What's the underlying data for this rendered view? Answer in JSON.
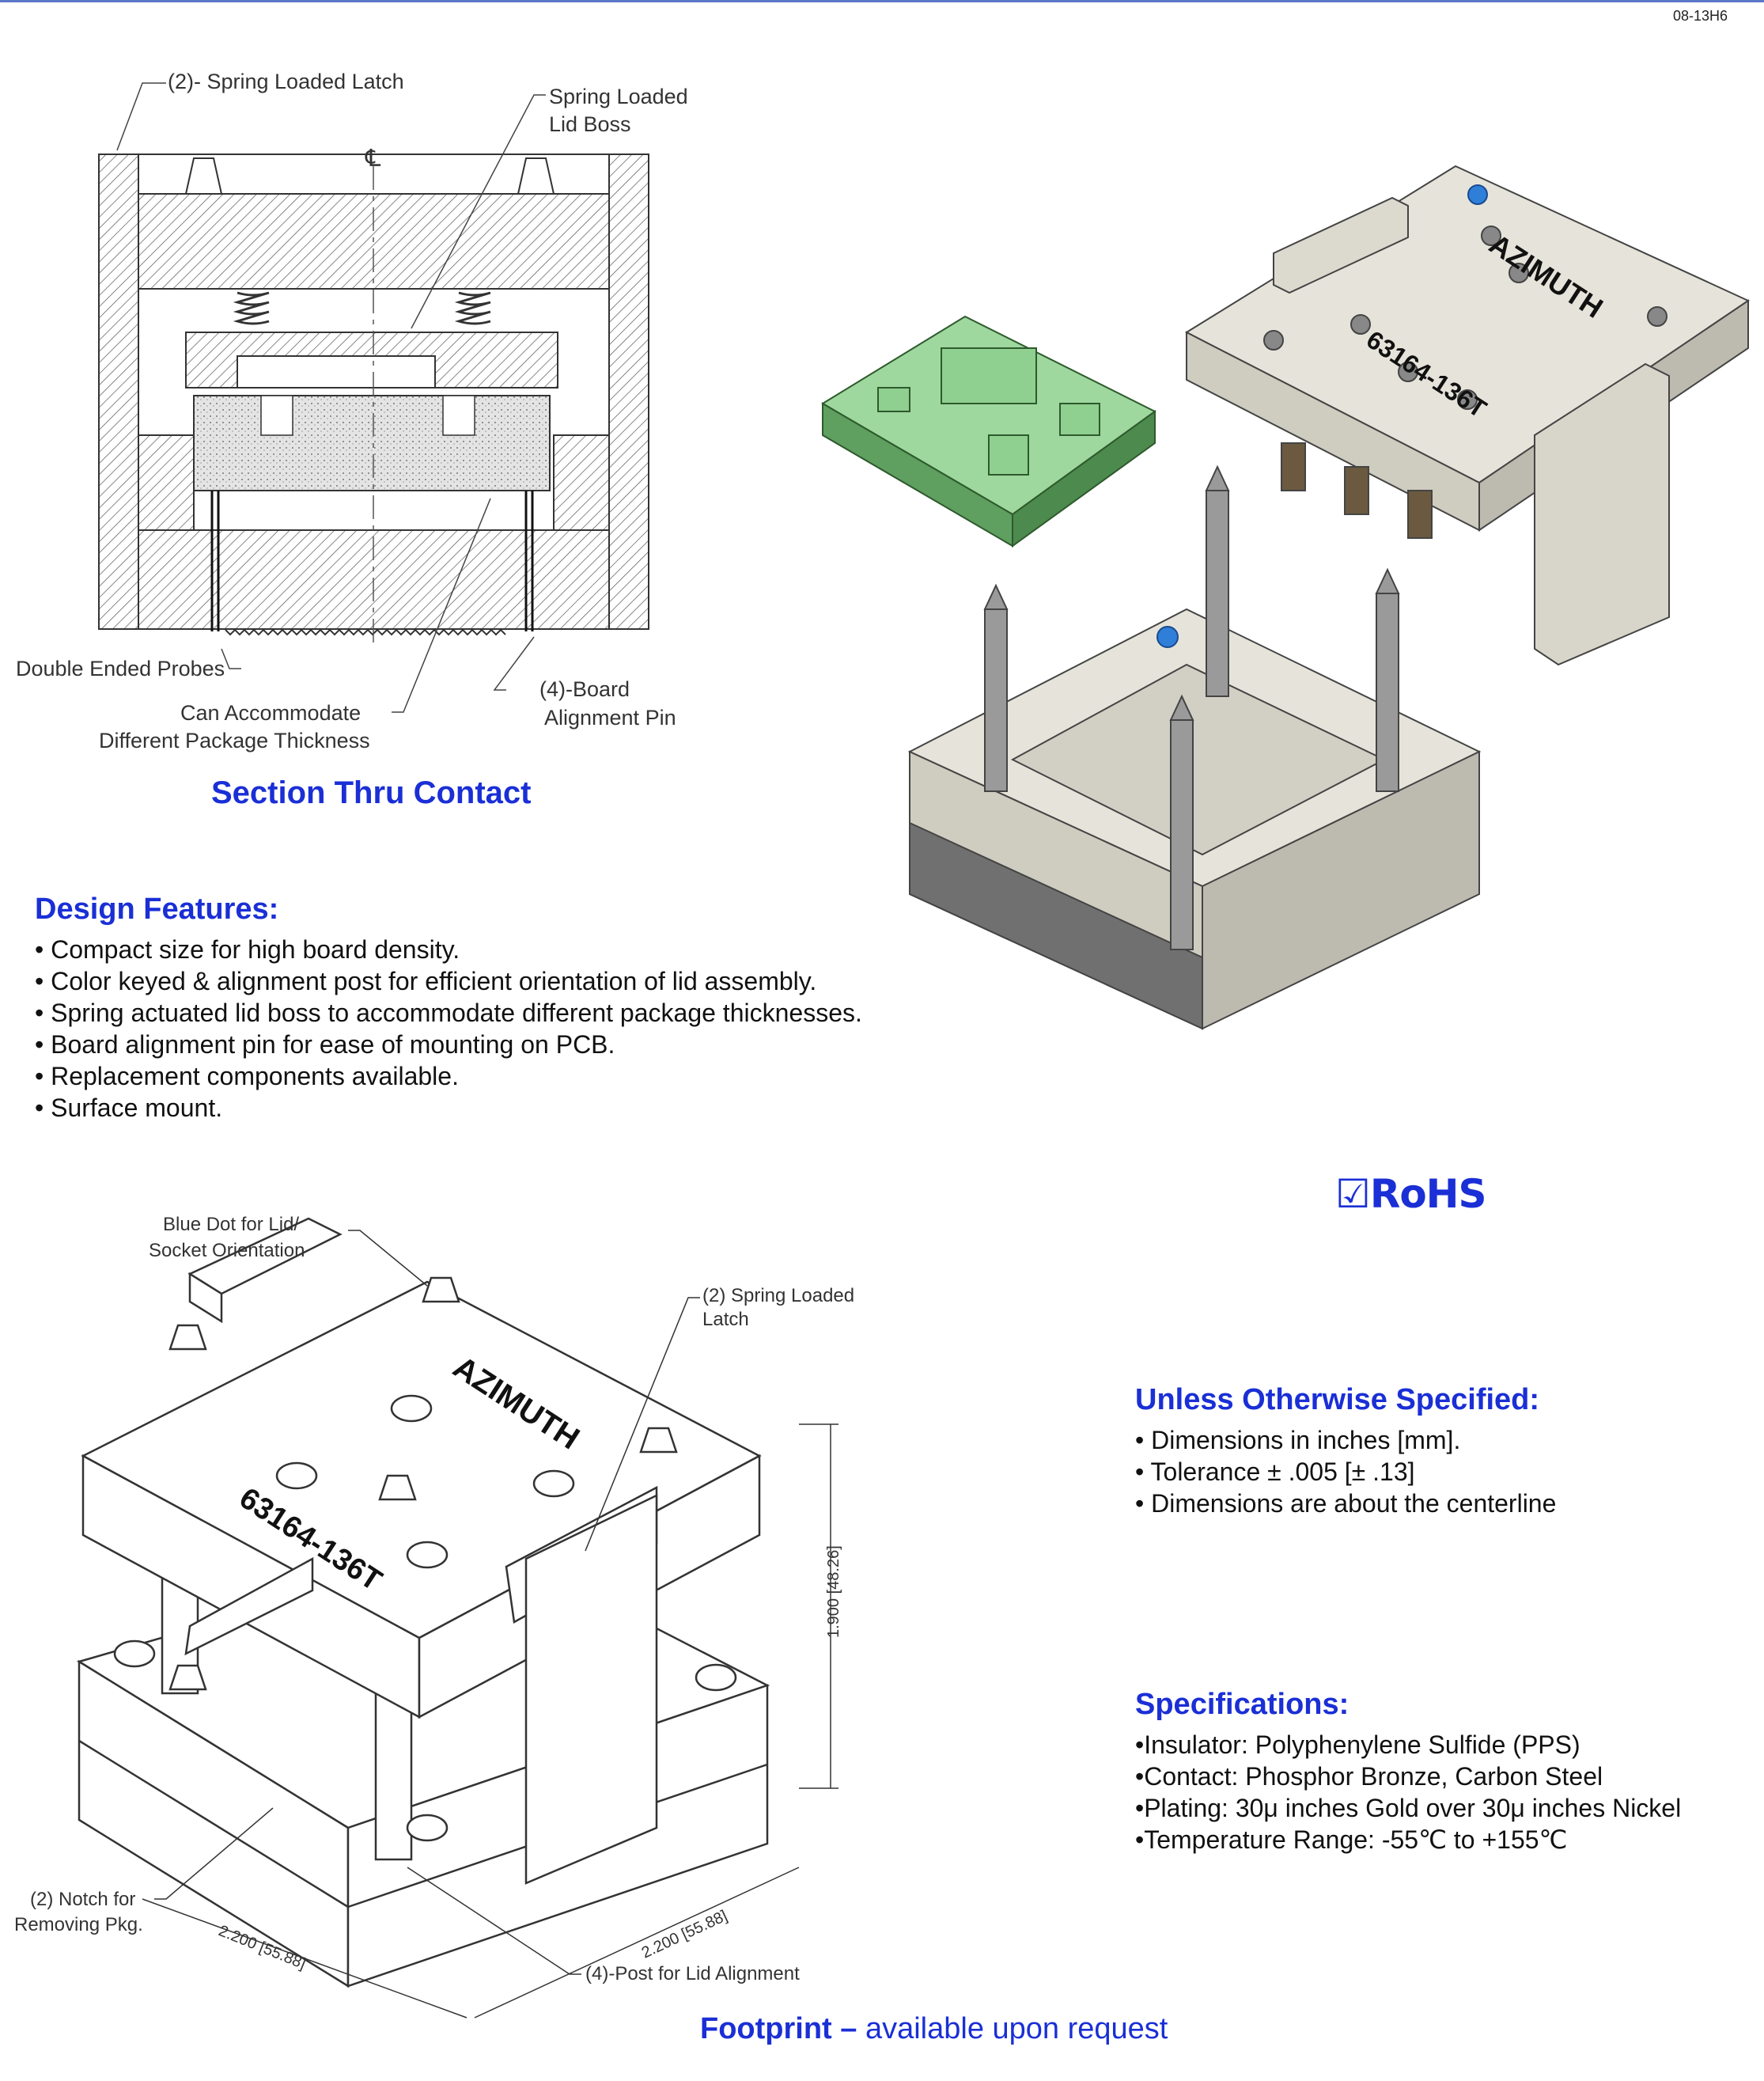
{
  "doc_number": "08-13H6",
  "section": {
    "title": "Section Thru Contact",
    "callouts": {
      "latch": "(2)- Spring Loaded Latch",
      "boss_line1": "Spring Loaded",
      "boss_line2": "Lid Boss",
      "centerline": "℄",
      "probes": "Double Ended Probes",
      "accommodate_line1": "Can Accommodate",
      "accommodate_line2": "Different Package Thickness",
      "pin_line1": "(4)-Board",
      "pin_line2": "Alignment  Pin"
    }
  },
  "lid_marking": {
    "brand": "AZIMUTH",
    "part": "63164-136T"
  },
  "design_features": {
    "heading": "Design  Features:",
    "items": [
      "Compact size for high board density.",
      "Color keyed & alignment post for efficient orientation of lid assembly.",
      "Spring actuated lid boss to accommodate different package thicknesses.",
      "Board alignment pin for ease of mounting on PCB.",
      "Replacement components available.",
      "Surface mount."
    ]
  },
  "rohs": "☑RoHS",
  "assembly": {
    "callouts": {
      "blue_dot_line1": "Blue Dot for Lid/",
      "blue_dot_line2": "Socket Orientation",
      "latch_line1": "(2) Spring Loaded",
      "latch_line2": "Latch",
      "notch_line1": "(2) Notch for",
      "notch_line2": "Removing Pkg.",
      "post": "(4)-Post for Lid Alignment"
    },
    "dimensions": {
      "height": "1.900 [48.26]",
      "width_right": "2.200 [55.88]",
      "width_left": "2.200 [55.88]"
    }
  },
  "unless_specified": {
    "heading": "Unless Otherwise Specified:",
    "items": [
      "Dimensions in inches [mm].",
      "Tolerance ± .005 [± .13]",
      "Dimensions are about the centerline"
    ]
  },
  "specifications": {
    "heading": "Specifications:",
    "items": [
      "Insulator: Polyphenylene Sulfide (PPS)",
      "Contact: Phosphor Bronze, Carbon Steel",
      "Plating: 30μ inches Gold over 30μ inches Nickel",
      "Temperature Range: -55℃  to  +155℃"
    ]
  },
  "footprint": {
    "label": "Footprint –",
    "note": "available upon request"
  },
  "colors": {
    "heading_blue": "#1a2fd6",
    "orientation_dot": "#2f7fd8",
    "package_green": "#8fcf8f",
    "body_gray": "#dddbd2"
  }
}
